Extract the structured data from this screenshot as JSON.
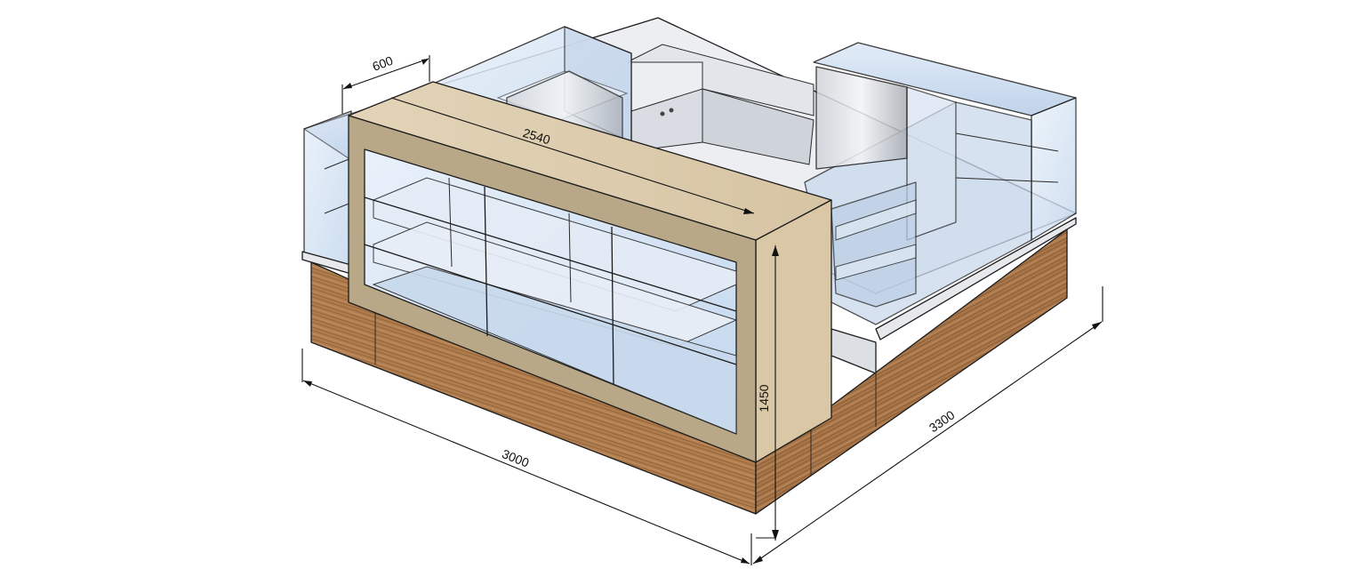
{
  "drawing": {
    "dimensions": {
      "depth_top": "600",
      "length_top": "2540",
      "height": "1450",
      "width_front": "3000",
      "width_side": "3300"
    }
  },
  "colors": {
    "wood_base": "#b07d4e",
    "wood_base_dark": "#8c5f37",
    "frame_wood": "#d8c7a8",
    "frame_wood_side": "#c9b594",
    "glass": "#d6e6f5",
    "glass_dark": "#b9d0ea",
    "counter_top": "#e4e6ea",
    "outline": "#1c1c1c"
  }
}
